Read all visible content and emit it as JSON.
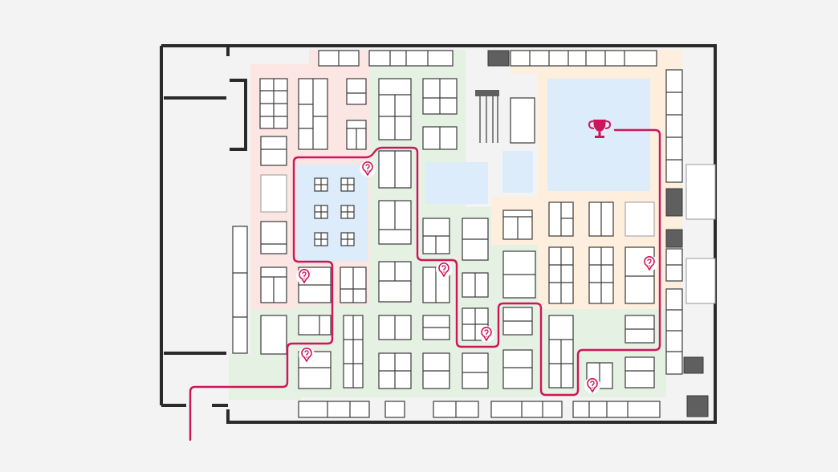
{
  "map": {
    "zones": [
      {
        "id": "pink",
        "color": "#fbe6e4"
      },
      {
        "id": "green",
        "color": "#e5f1e3"
      },
      {
        "id": "orange",
        "color": "#fdeedd"
      },
      {
        "id": "blue",
        "color": "#dcecfb"
      }
    ],
    "route": {
      "color": "#d0145a",
      "destination_icon": "trophy-icon",
      "checkpoint_icon": "question-marker-icon",
      "checkpoint_count": 7
    },
    "colors": {
      "background": "#f3f3f3",
      "wall": "#2a2a2a",
      "booth_fill": "#ffffff",
      "booth_stroke": "#3a3a3a",
      "dark_block": "#5f5f5f"
    }
  }
}
